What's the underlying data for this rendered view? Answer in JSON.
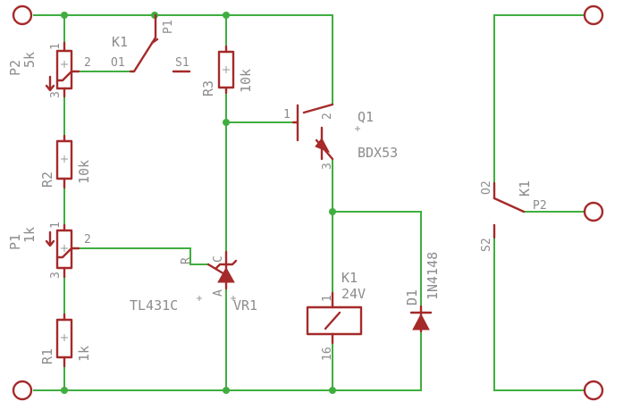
{
  "colors": {
    "wire": "#3fae3f",
    "part": "#a52a2a",
    "label": "#8c8c8c"
  },
  "labels": {
    "P2_name": "P2",
    "P2_value": "5k",
    "P2_pin1": "1",
    "P2_pin2": "2",
    "P2_pin3": "3",
    "K1_sw_name": "K1",
    "K1_sw_pin_P1": "P1",
    "K1_sw_pin_O1": "O1",
    "K1_sw_pin_S1": "S1",
    "R3_name": "R3",
    "R3_value": "10k",
    "Q1_name": "Q1",
    "Q1_value": "BDX53",
    "Q1_pin1": "1",
    "Q1_pin2": "2",
    "Q1_pin3": "3",
    "R2_name": "R2",
    "R2_value": "10k",
    "P1_name": "P1",
    "P1_value": "1k",
    "P1_pin1": "1",
    "P1_pin2": "2",
    "P1_pin3": "3",
    "VR1_name": "VR1",
    "VR1_value": "TL431C",
    "VR1_pin_R": "R",
    "VR1_pin_A": "A",
    "VR1_pin_C": "C",
    "K1_coil_name": "K1",
    "K1_coil_value": "24V",
    "K1_coil_pin1": "1",
    "K1_coil_pin16": "16",
    "D1_name": "D1",
    "D1_value": "1N4148",
    "R1_name": "R1",
    "R1_value": "1k",
    "K1b_name": "K1",
    "K1b_pin_O2": "O2",
    "K1b_pin_P2": "P2",
    "K1b_pin_S2": "S2"
  }
}
